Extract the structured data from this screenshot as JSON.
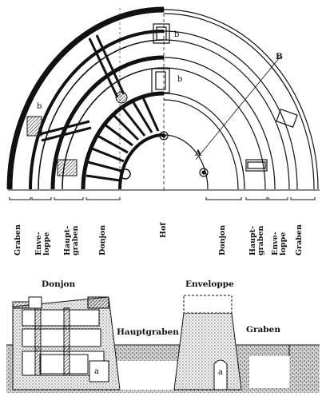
{
  "plan": {
    "point_labels": {
      "A": "A",
      "B": "B"
    },
    "tower_labels": [
      "b",
      "b",
      "b"
    ],
    "section_labels_left": [
      "Graben",
      "Enve-\nloppe",
      "Haupt-\ngraben",
      "Donjon"
    ],
    "center_label": "Hof",
    "section_labels_right": [
      "Donjon",
      "Haupt-\ngraben",
      "Enve-\nloppe",
      "Graben"
    ]
  },
  "section": {
    "donjon_title": "Donjon",
    "enveloppe_title": "Enveloppe",
    "hauptgraben_label": "Hauptgraben",
    "graben_label": "Graben",
    "marker_a_left": "a",
    "marker_a_right": "a"
  }
}
